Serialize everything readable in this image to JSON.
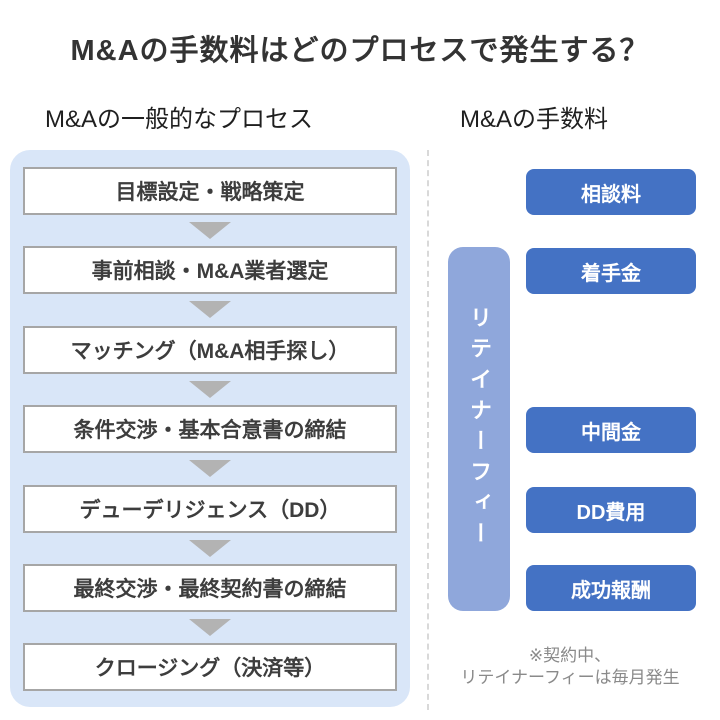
{
  "header": {
    "title": "M&Aの手数料はどのプロセスで発生する？",
    "left_column_title": "M&Aの一般的なプロセス",
    "right_column_title": "M&Aの手数料"
  },
  "process": {
    "steps": [
      "目標設定・戦略策定",
      "事前相談・M&A業者選定",
      "マッチング（M&A相手探し）",
      "条件交渉・基本合意書の締結",
      "デューデリジェンス（DD）",
      "最終交渉・最終契約書の締結",
      "クロージング（決済等）"
    ]
  },
  "fees": {
    "retainer_label": "リテイナーフィー",
    "items": [
      {
        "label": "相談料"
      },
      {
        "label": "着手金"
      },
      {
        "label": "中間金"
      },
      {
        "label": "DD費用"
      },
      {
        "label": "成功報酬"
      }
    ],
    "note_line1": "※契約中、",
    "note_line2": "リテイナーフィーは毎月発生"
  },
  "colors": {
    "panel_background": "#d9e6f8",
    "process_box_border": "#a6a6a6",
    "arrow": "#b3b3b3",
    "fee_badge_background": "#4472c4",
    "retainer_bar_background": "#8fa7db",
    "divider": "#d9d9d9",
    "note_text": "#8a8a8a",
    "title_text": "#333333"
  }
}
